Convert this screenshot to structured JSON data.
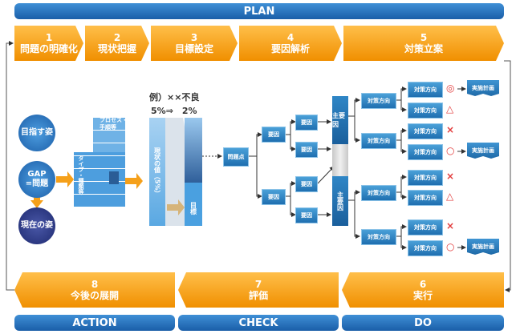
{
  "phases": {
    "plan": "PLAN",
    "action": "ACTION",
    "check": "CHECK",
    "do": "DO"
  },
  "steps": [
    {
      "num": "1",
      "label": "問題の明確化"
    },
    {
      "num": "2",
      "label": "現状把握"
    },
    {
      "num": "3",
      "label": "目標設定"
    },
    {
      "num": "4",
      "label": "要因解析"
    },
    {
      "num": "5",
      "label": "対策立案"
    },
    {
      "num": "6",
      "label": "実行"
    },
    {
      "num": "7",
      "label": "評価"
    },
    {
      "num": "8",
      "label": "今後の展開"
    }
  ],
  "circles": {
    "goal": "目指す姿",
    "gap": "GAP\n=問題",
    "current": "現在の姿"
  },
  "grid": {
    "process": "プロセス・\n手順等",
    "type": "タイプ・種類等"
  },
  "target": {
    "example": "例）××不良",
    "values": "5%⇒　2%",
    "current_bar": "現状の値（5%）",
    "goal_bar": "目標"
  },
  "analysis": {
    "problem": "問題点",
    "factor": "要因",
    "main_factor": "主要因"
  },
  "countermeasure": {
    "plan": "対策方向",
    "direction": "対策方向",
    "implement": "実施計画"
  },
  "marks": {
    "excellent": "◎",
    "good": "○",
    "fair": "△",
    "bad": "×"
  },
  "colors": {
    "phase_bar": "#1f66b0",
    "step": "#f5a01a",
    "good_mark": "#e23b3b"
  }
}
